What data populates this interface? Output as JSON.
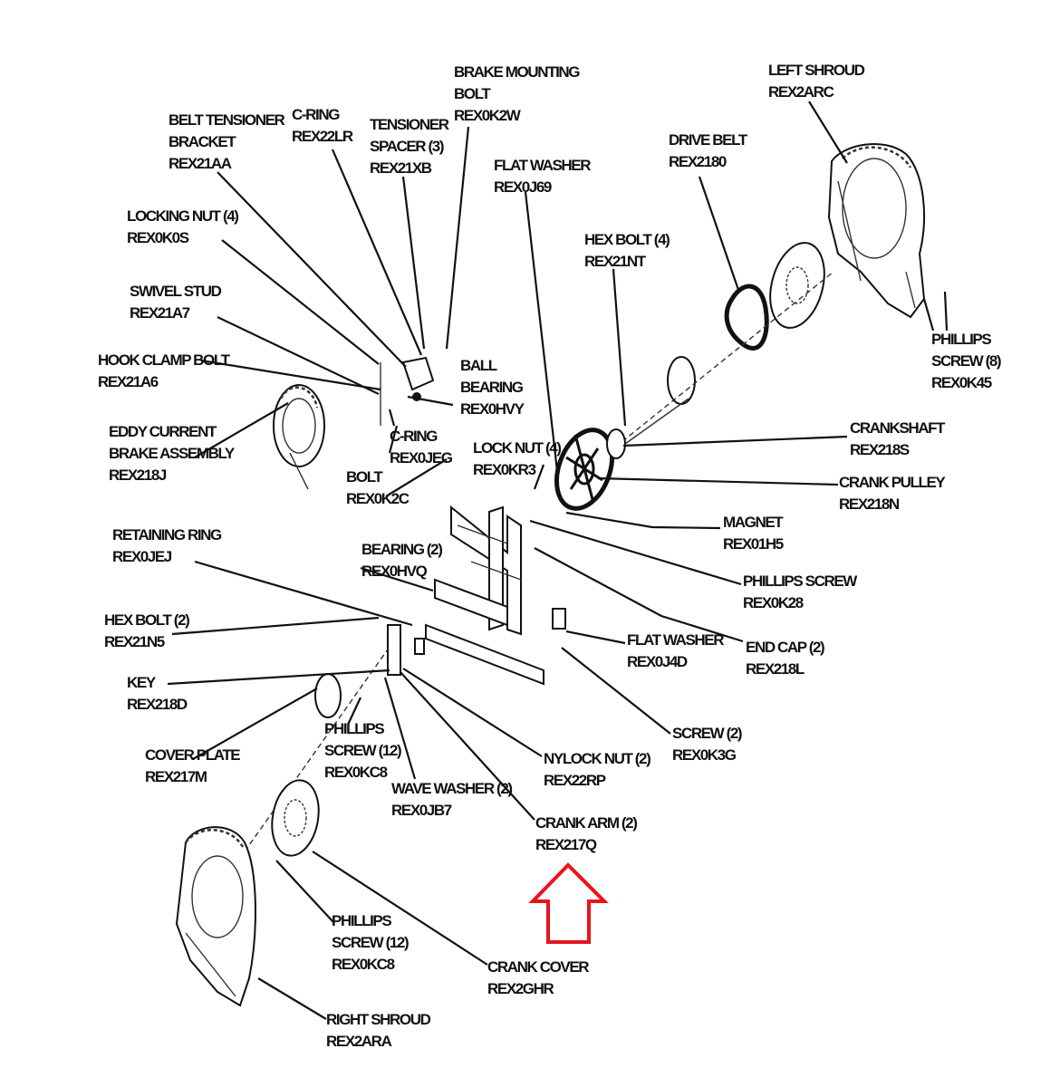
{
  "labels": {
    "left_shroud": [
      "LEFT SHROUD",
      "REX2ARC"
    ],
    "drive_belt": [
      "DRIVE BELT",
      "REX2180"
    ],
    "hex_bolt_4": [
      "HEX BOLT (4)",
      "REX21NT"
    ],
    "flat_washer_top": [
      "FLAT WASHER",
      "REX0J69"
    ],
    "brake_mounting_bolt": [
      "BRAKE MOUNTING",
      "BOLT",
      "REX0K2W"
    ],
    "tensioner_spacer": [
      "TENSIONER",
      "SPACER (3)",
      "REX21XB"
    ],
    "c_ring_top": [
      "C-RING",
      "REX22LR"
    ],
    "belt_tensioner_bracket": [
      "BELT TENSIONER",
      "BRACKET",
      "REX21AA"
    ],
    "locking_nut": [
      "LOCKING NUT (4)",
      "REX0K0S"
    ],
    "swivel_stud": [
      "SWIVEL STUD",
      "REX21A7"
    ],
    "hook_clamp_bolt": [
      "HOOK CLAMP BOLT",
      "REX21A6"
    ],
    "ball_bearing": [
      "BALL",
      "BEARING",
      "REX0HVY"
    ],
    "eddy_current": [
      "EDDY CURRENT",
      "BRAKE ASSEMBLY",
      "REX218J"
    ],
    "c_ring_mid": [
      "C-RING",
      "REX0JEG"
    ],
    "bolt": [
      "BOLT",
      "REX0K2C"
    ],
    "lock_nut": [
      "LOCK NUT (4)",
      "REX0KR3"
    ],
    "crankshaft": [
      "CRANKSHAFT",
      "REX218S"
    ],
    "crank_pulley": [
      "CRANK PULLEY",
      "REX218N"
    ],
    "phillips_screw_8": [
      "PHILLIPS",
      "SCREW (8)",
      "REX0K45"
    ],
    "magnet": [
      "MAGNET",
      "REX01H5"
    ],
    "phillips_screw_mid": [
      "PHILLIPS SCREW",
      "REX0K28"
    ],
    "retaining_ring": [
      "RETAINING RING",
      "REX0JEJ"
    ],
    "bearing_2": [
      "BEARING (2)",
      "REX0HVQ"
    ],
    "end_cap": [
      "END CAP (2)",
      "REX218L"
    ],
    "flat_washer_mid": [
      "FLAT WASHER",
      "REX0J4D"
    ],
    "hex_bolt_2": [
      "HEX BOLT (2)",
      "REX21N5"
    ],
    "key": [
      "KEY",
      "REX218D"
    ],
    "screw_2": [
      "SCREW (2)",
      "REX0K3G"
    ],
    "cover_plate": [
      "COVER PLATE",
      "REX217M"
    ],
    "phillips_screw_12a": [
      "PHILLIPS",
      "SCREW (12)",
      "REX0KC8"
    ],
    "nylock_nut": [
      "NYLOCK NUT (2)",
      "REX22RP"
    ],
    "wave_washer": [
      "WAVE WASHER (2)",
      "REX0JB7"
    ],
    "crank_arm": [
      "CRANK ARM (2)",
      "REX217Q"
    ],
    "phillips_screw_12b": [
      "PHILLIPS",
      "SCREW (12)",
      "REX0KC8"
    ],
    "crank_cover": [
      "CRANK COVER",
      "REX2GHR"
    ],
    "right_shroud": [
      "RIGHT SHROUD",
      "REX2ARA"
    ]
  },
  "highlight": {
    "arrow_color": "#e8141b",
    "points_to": "crank_arm"
  }
}
